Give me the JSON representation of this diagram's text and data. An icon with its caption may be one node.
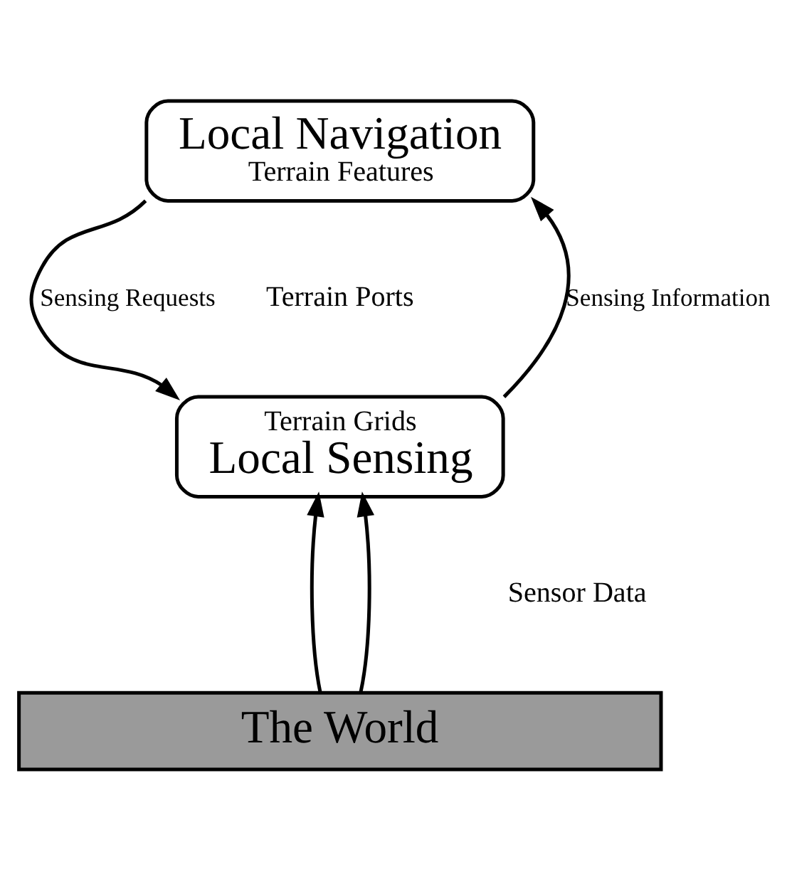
{
  "diagram": {
    "nodes": [
      {
        "text": [
          "Local Navigation",
          "Terrain Features"
        ]
      },
      {
        "text": [
          "Terrain Grids",
          "Local Sensing"
        ]
      },
      {
        "text": [
          "The World"
        ]
      }
    ],
    "edges": [
      {
        "from": 0,
        "to": 1,
        "arrow": "to",
        "label": "Sensing Requests"
      },
      {
        "from": 1,
        "to": 0,
        "arrow": "to",
        "label": "Sensing Information"
      },
      {
        "from": 2,
        "to": 1,
        "arrow": "to"
      },
      {
        "from": 2,
        "to": 1,
        "arrow": "to"
      }
    ],
    "labels": [
      "Terrain Ports",
      "Sensor Data"
    ]
  }
}
